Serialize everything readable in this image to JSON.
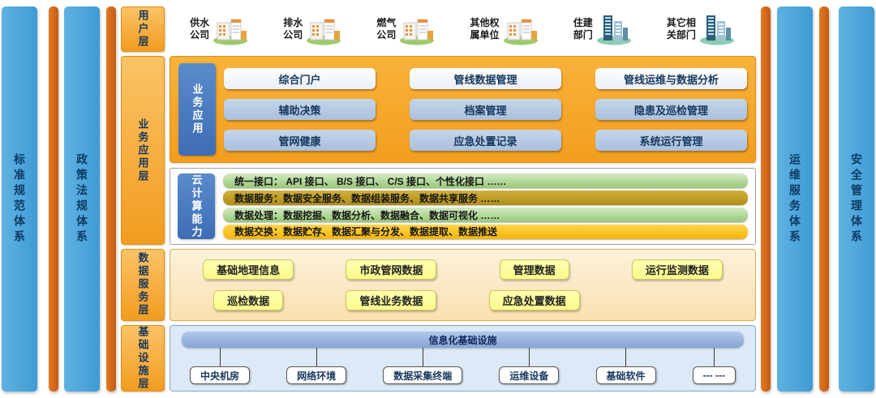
{
  "side_bars": {
    "left": [
      "标准规范体系",
      "政策法规体系"
    ],
    "right": [
      "运维服务体系",
      "安全管理体系"
    ]
  },
  "user_layer": {
    "label": "用户层",
    "entities": [
      {
        "lines": [
          "供水",
          "公司"
        ]
      },
      {
        "lines": [
          "排水",
          "公司"
        ]
      },
      {
        "lines": [
          "燃气",
          "公司"
        ]
      },
      {
        "lines": [
          "其他权",
          "属单位"
        ]
      },
      {
        "lines": [
          "住建",
          "部门"
        ]
      },
      {
        "lines": [
          "其它相",
          "关部门"
        ]
      }
    ]
  },
  "business_layer": {
    "label": "业务应用层",
    "app_panel": {
      "label": "业务应用",
      "buttons": [
        "综合门户",
        "管线数据管理",
        "管线运维与数据分析",
        "辅助决策",
        "档案管理",
        "隐患及巡检管理",
        "管网健康",
        "应急处置记录",
        "系统运行管理"
      ]
    },
    "cloud_panel": {
      "label": "云计算能力",
      "rows": [
        "统一接口：  API 接口、 B/S 接口、 C/S 接口、个性化接口      ……",
        "数据服务：数据安全服务、数据组装服务、数据共享服务      ……",
        "数据处理：数据挖掘、数据分析、数据融合、数据可视化     ……",
        "数据交换：数据贮存、数据汇聚与分发、数据提取、数据推送"
      ]
    }
  },
  "data_layer": {
    "label": "数据服务层",
    "buttons": [
      "基础地理信息",
      "市政管网数据",
      "管理数据",
      "运行监测数据",
      "巡检数据",
      "管线业务数据",
      "应急处置数据"
    ]
  },
  "infra_layer": {
    "label": "基础设施层",
    "title": "信息化基础设施",
    "items": [
      "中央机房",
      "网络环境",
      "数据采集终端",
      "运维设备",
      "基础软件",
      "--- ---"
    ]
  },
  "colors": {
    "pillar_blue": "#4BA5DC",
    "divider_orange": "#C55A11",
    "layer_label_orange": "#F5A623",
    "panel_blue_label": "#4472C4",
    "row_green": "#9CCB7E",
    "row_olive": "#B08F17",
    "row_gold": "#FFC000",
    "data_button_yellow": "#FDFD9C"
  }
}
